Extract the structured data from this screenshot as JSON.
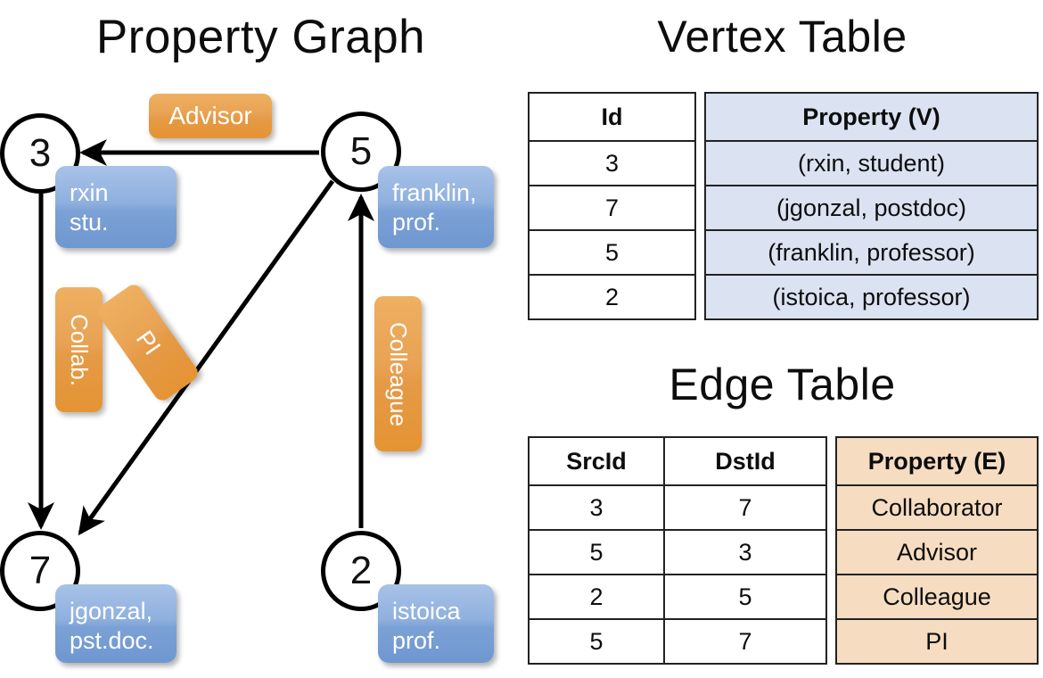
{
  "titles": {
    "property_graph": "Property Graph",
    "vertex_table": "Vertex Table",
    "edge_table": "Edge Table"
  },
  "colors": {
    "vertex_property_fill": "#dbe3f2",
    "edge_property_fill": "#f6dcc1",
    "callout_blue": "#8fb0de",
    "chip_orange": "#e9a253",
    "stroke": "#000000",
    "background": "#ffffff"
  },
  "graph": {
    "vertices": [
      {
        "id": "3",
        "property_lines": "rxin\nstu."
      },
      {
        "id": "5",
        "property_lines": "franklin,\nprof."
      },
      {
        "id": "7",
        "property_lines": "jgonzal,\npst.doc."
      },
      {
        "id": "2",
        "property_lines": "istoica\nprof."
      }
    ],
    "edge_labels": [
      {
        "name": "advisor",
        "text": "Advisor",
        "from": "5",
        "to": "3"
      },
      {
        "name": "collab",
        "text": "Collab.",
        "from": "3",
        "to": "7"
      },
      {
        "name": "pi",
        "text": "PI",
        "from": "5",
        "to": "7"
      },
      {
        "name": "colleague",
        "text": "Colleague",
        "from": "2",
        "to": "5"
      }
    ]
  },
  "vertex_table": {
    "headers": [
      "Id",
      "Property (V)"
    ],
    "rows": [
      {
        "id": "3",
        "property": "(rxin, student)"
      },
      {
        "id": "7",
        "property": "(jgonzal, postdoc)"
      },
      {
        "id": "5",
        "property": "(franklin, professor)"
      },
      {
        "id": "2",
        "property": "(istoica, professor)"
      }
    ]
  },
  "edge_table": {
    "headers": [
      "SrcId",
      "DstId",
      "Property (E)"
    ],
    "rows": [
      {
        "src": "3",
        "dst": "7",
        "property": "Collaborator"
      },
      {
        "src": "5",
        "dst": "3",
        "property": "Advisor"
      },
      {
        "src": "2",
        "dst": "5",
        "property": "Colleague"
      },
      {
        "src": "5",
        "dst": "7",
        "property": "PI"
      }
    ]
  }
}
